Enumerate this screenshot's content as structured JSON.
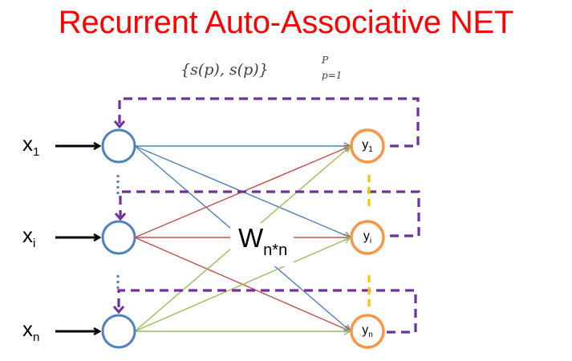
{
  "title": "Recurrent Auto-Associative NET",
  "formula": {
    "main": "{s(p), s(p)}",
    "superscript": "P",
    "subscript": "p=1"
  },
  "weight_matrix": {
    "symbol": "W",
    "subscript": "n*n"
  },
  "inputs": [
    {
      "symbol": "x",
      "index": "1"
    },
    {
      "symbol": "x",
      "index": "i"
    },
    {
      "symbol": "x",
      "index": "n"
    }
  ],
  "outputs": [
    {
      "symbol": "y",
      "index": "1"
    },
    {
      "symbol": "y",
      "index": "i"
    },
    {
      "symbol": "y",
      "index": "n"
    }
  ],
  "colors": {
    "title": "#ff0000",
    "input_node": "#4f81bd",
    "output_node": "#f79646",
    "feedback": "#7030a0",
    "edges_from_x1": "#4f81bd",
    "edges_from_xi": "#c0504d",
    "edges_from_xn": "#9bbb59",
    "ellipsis_output": "#ffc000"
  }
}
